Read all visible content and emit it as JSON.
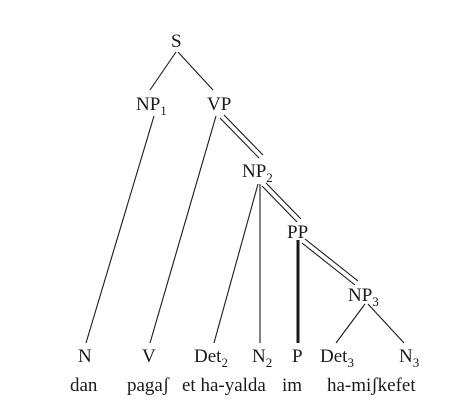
{
  "tree": {
    "nodes": {
      "S": {
        "label": "S",
        "sub": ""
      },
      "NP1": {
        "label": "NP",
        "sub": "1"
      },
      "VP": {
        "label": "VP",
        "sub": ""
      },
      "NP2": {
        "label": "NP",
        "sub": "2"
      },
      "PP": {
        "label": "PP",
        "sub": ""
      },
      "NP3": {
        "label": "NP",
        "sub": "3"
      },
      "N": {
        "label": "N",
        "sub": ""
      },
      "V": {
        "label": "V",
        "sub": ""
      },
      "Det2": {
        "label": "Det",
        "sub": "2"
      },
      "N2": {
        "label": "N",
        "sub": "2"
      },
      "P": {
        "label": "P",
        "sub": ""
      },
      "Det3": {
        "label": "Det",
        "sub": "3"
      },
      "N3": {
        "label": "N",
        "sub": "3"
      }
    },
    "words": {
      "dan": "dan",
      "pagash": "pagaʃ",
      "et_hayalda": "et ha-yalda",
      "im": "im",
      "ha_mishkefet": "ha-miʃkefet"
    }
  }
}
